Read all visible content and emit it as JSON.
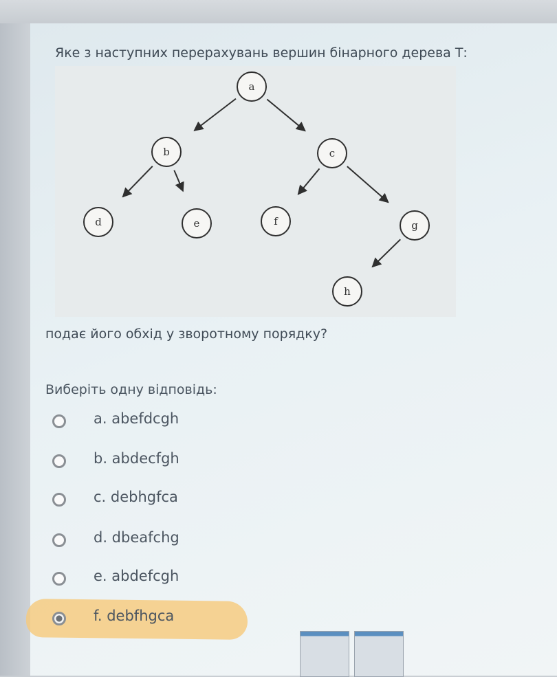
{
  "question": {
    "title": "Яке з наступних перерахувань вершин бінарного дерева Т:",
    "subtitle": "подає його обхід у зворотному порядку?"
  },
  "tree": {
    "nodes": [
      {
        "id": "a",
        "label": "a"
      },
      {
        "id": "b",
        "label": "b"
      },
      {
        "id": "c",
        "label": "c"
      },
      {
        "id": "d",
        "label": "d"
      },
      {
        "id": "e",
        "label": "e"
      },
      {
        "id": "f",
        "label": "f"
      },
      {
        "id": "g",
        "label": "g"
      },
      {
        "id": "h",
        "label": "h"
      }
    ],
    "edges": [
      [
        "a",
        "b"
      ],
      [
        "a",
        "c"
      ],
      [
        "b",
        "d"
      ],
      [
        "b",
        "e"
      ],
      [
        "c",
        "f"
      ],
      [
        "c",
        "g"
      ],
      [
        "g",
        "h"
      ]
    ]
  },
  "answers": {
    "prompt": "Виберіть одну відповідь:",
    "options": [
      {
        "label": "a. abefdcgh",
        "selected": false
      },
      {
        "label": "b. abdecfgh",
        "selected": false
      },
      {
        "label": "c. debhgfca",
        "selected": false
      },
      {
        "label": "d. dbeafchg",
        "selected": false
      },
      {
        "label": "e. abdefcgh",
        "selected": false
      },
      {
        "label": "f. debfhgca",
        "selected": true
      }
    ]
  },
  "colors": {
    "highlight": "#f6c97a",
    "text": "#3f4a55"
  }
}
